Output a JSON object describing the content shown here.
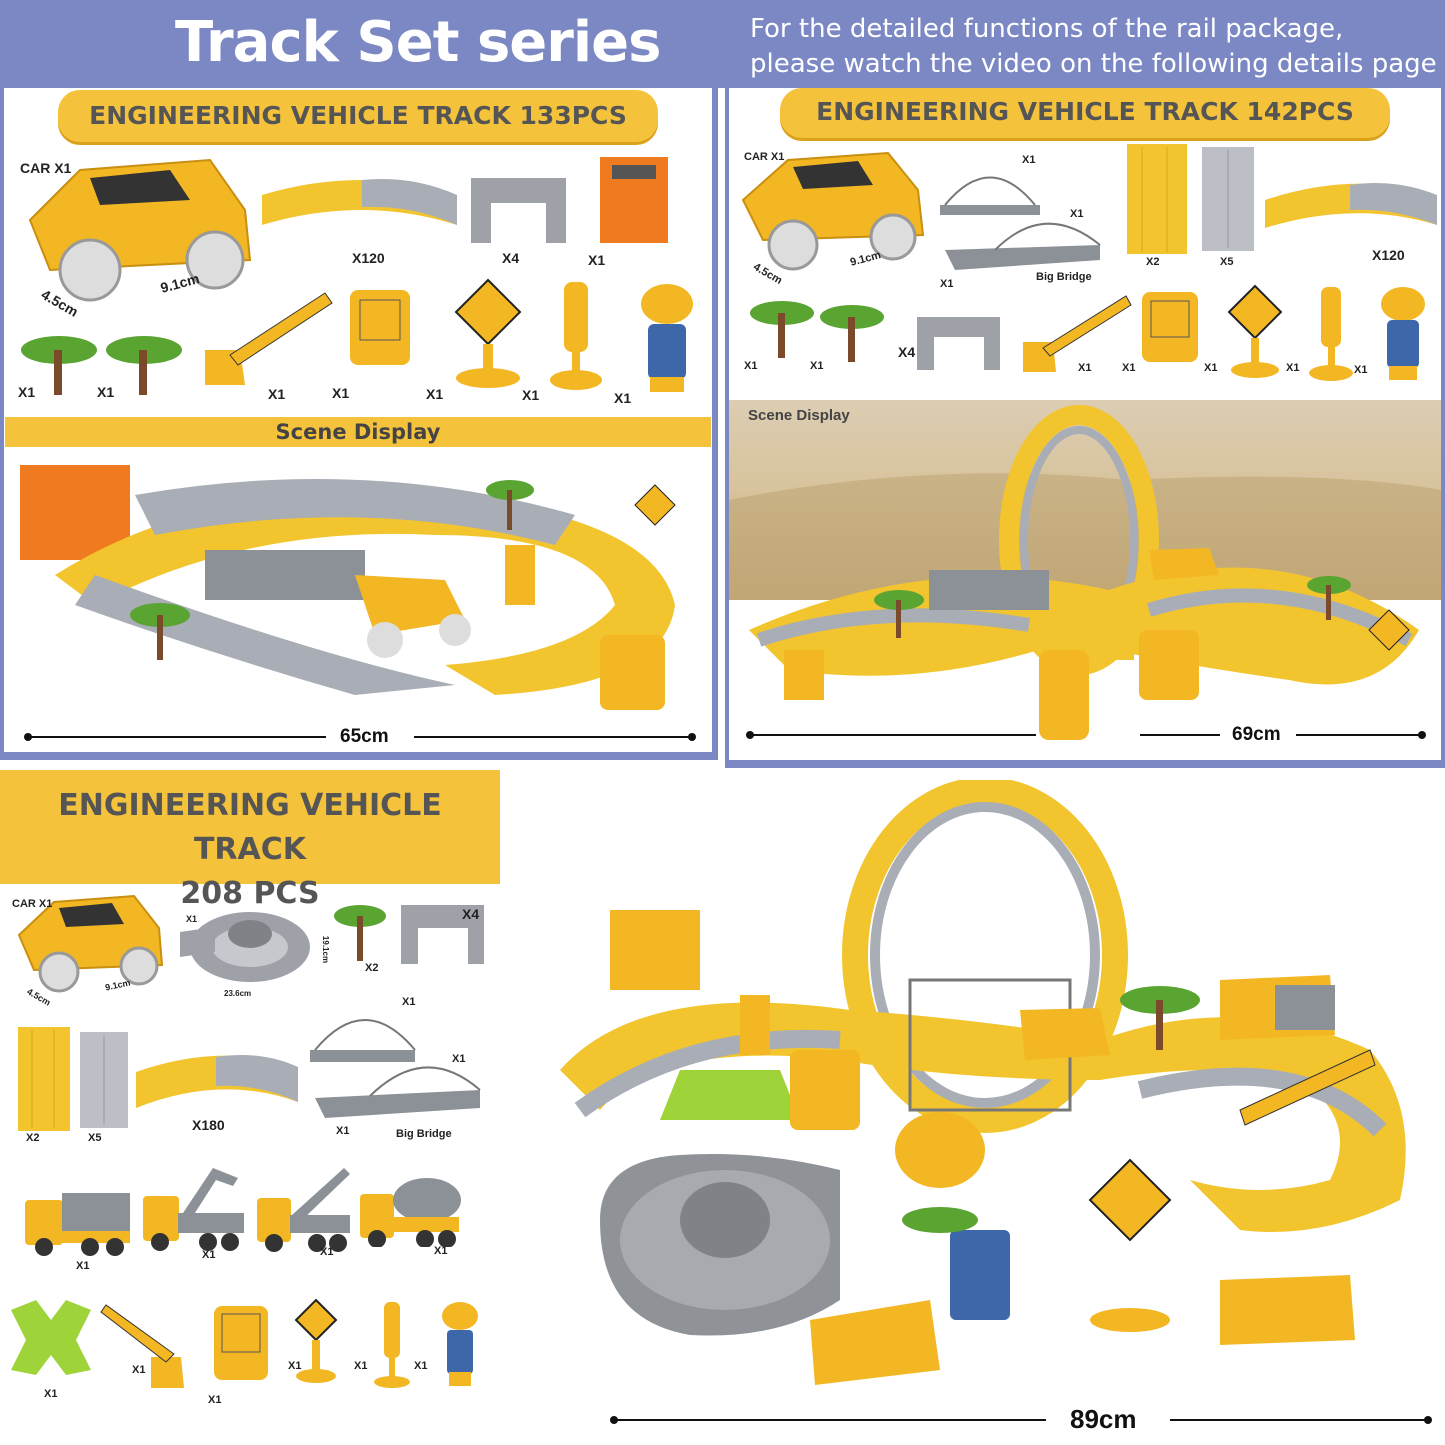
{
  "header": {
    "title": "Track Set series",
    "note_line1": "For the detailed functions of the rail package,",
    "note_line2": "please watch the video on the following details page"
  },
  "panel_133": {
    "title": "ENGINEERING VEHICLE TRACK 133PCS",
    "car_label": "CAR X1",
    "dim_length": "9.1cm",
    "dim_width": "4.5cm",
    "qty_tracks": "X120",
    "qty_ramps": "X4",
    "qty_gate": "X1",
    "qty_tree1": "X1",
    "qty_tree2": "X1",
    "qty_barrier": "X1",
    "qty_board": "X1",
    "qty_sign": "X1",
    "qty_light": "X1",
    "qty_worker": "X1",
    "scene_label": "Scene Display",
    "size": "65cm"
  },
  "panel_142": {
    "title": "ENGINEERING VEHICLE TRACK 142PCS",
    "car_label": "CAR X1",
    "dim_length": "9.1cm",
    "dim_width": "4.5cm",
    "qty_bridge_top": "X1",
    "qty_bridge_mid": "X1",
    "qty_bridge_bottom": "X1",
    "bridge_label": "Big Bridge",
    "qty_loop": "X2",
    "qty_straight": "X5",
    "qty_tracks": "X120",
    "qty_tree1": "X1",
    "qty_tree2": "X1",
    "qty_ramps": "X4",
    "qty_barrier": "X1",
    "qty_board": "X1",
    "qty_sign": "X1",
    "qty_light": "X1",
    "qty_worker": "X1",
    "scene_label": "Scene Display",
    "size": "69cm"
  },
  "panel_208": {
    "title_line1": "ENGINEERING VEHICLE TRACK",
    "title_line2": "208 PCS",
    "car_label": "CAR X1",
    "dim_length": "9.1cm",
    "dim_width": "4.5cm",
    "qty_turntable": "X1",
    "turntable_w": "23.6cm",
    "turntable_h": "19.1cm",
    "qty_trees": "X2",
    "qty_ramps": "X4",
    "qty_bridge_top": "X1",
    "qty_bridge_mid": "X1",
    "qty_bridge_bottom": "X1",
    "bridge_label": "Big Bridge",
    "qty_loop": "X2",
    "qty_straight": "X5",
    "qty_tracks": "X180",
    "qty_truck1": "X1",
    "qty_truck2": "X1",
    "qty_truck3": "X1",
    "qty_truck4": "X1",
    "qty_junction": "X1",
    "qty_barrier": "X1",
    "qty_board": "X1",
    "qty_sign": "X1",
    "qty_light": "X1",
    "qty_worker": "X1",
    "size": "89cm"
  },
  "colors": {
    "header_bg": "#7b88c4",
    "accent_yellow": "#f5c33b",
    "track_gray": "#a9adb5"
  }
}
